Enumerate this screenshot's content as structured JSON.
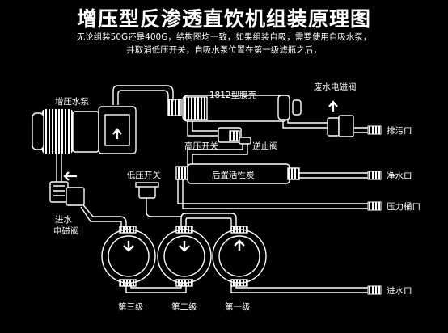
{
  "title": "增压型反渗透直饮机组装原理图",
  "note_line1": "无论组装50G还是400G，结构图均一致，如果组装自吸，需要使用自吸水泵，",
  "note_line2": "并取消低压开关，自吸水泵位置在第一级滤瓶之后，",
  "labels": {
    "pump": "增压水泵",
    "membrane": "1812型膜壳",
    "waste_valve": "废水电磁阀",
    "drain": "排污口",
    "high_switch": "高压开关",
    "check_valve": "逆止阀",
    "carbon": "后置活性炭",
    "pure_out": "净水口",
    "low_switch": "低压开关",
    "tank": "压力桶口",
    "inlet_valve_1": "进水",
    "inlet_valve_2": "电磁阀",
    "water_in": "进水口",
    "stage3": "第三级",
    "stage2": "第二级",
    "stage1": "第一级"
  },
  "colors": {
    "background": "#000000",
    "line": "#ffffff"
  },
  "icons": [
    "pump-icon",
    "solenoid-valve-icon",
    "pressure-switch-icon",
    "check-valve-icon",
    "membrane-housing-icon",
    "carbon-filter-icon",
    "filter-bowl-icon",
    "fitting-icon",
    "flow-arrow-icon"
  ]
}
